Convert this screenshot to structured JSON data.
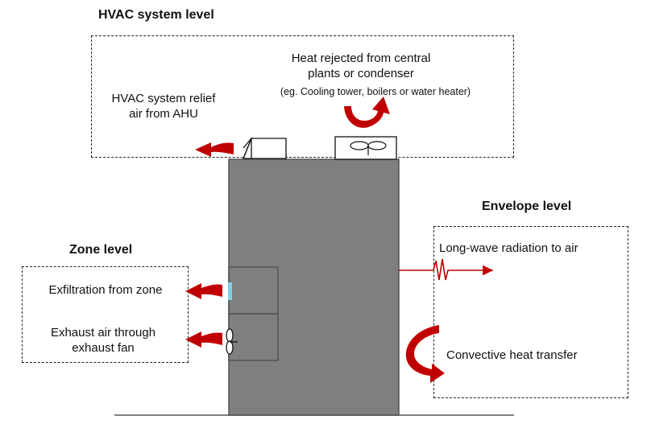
{
  "hvac": {
    "title": "HVAC system level",
    "relief_label_line1": "HVAC system relief",
    "relief_label_line2": "air from AHU",
    "heat_rejected_line1": "Heat rejected from central",
    "heat_rejected_line2": "plants or condenser",
    "heat_rejected_note": "(eg. Cooling tower, boilers or water heater)"
  },
  "zone": {
    "title": "Zone level",
    "exfiltration_label": "Exfiltration from zone",
    "exhaust_line1": "Exhaust air through",
    "exhaust_line2": "exhaust fan"
  },
  "envelope": {
    "title": "Envelope level",
    "longwave_label": "Long-wave radiation to air",
    "convective_label": "Convective heat transfer"
  },
  "colors": {
    "arrow_red": "#c00000",
    "building_fill": "#7f7f7f",
    "window_blue": "#7fd0e6"
  }
}
